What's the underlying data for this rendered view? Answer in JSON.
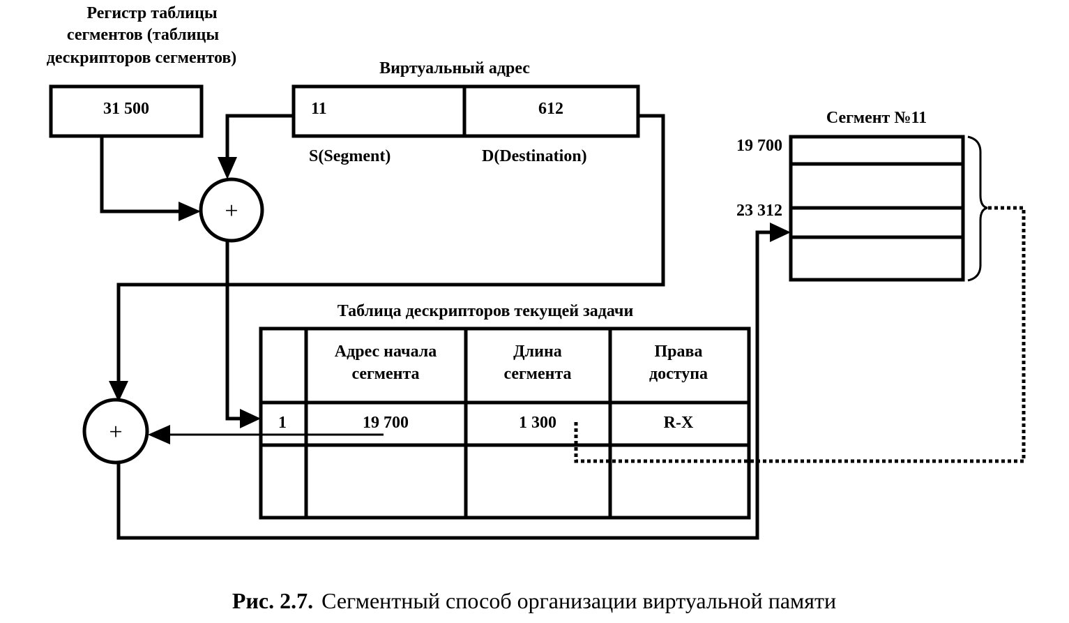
{
  "register": {
    "label_lines": [
      "Регистр таблицы",
      "сегментов (таблицы",
      "дескрипторов сегментов)"
    ],
    "value": "31 500"
  },
  "virtual_address": {
    "title": "Виртуальный адрес",
    "segment_value": "11",
    "offset_value": "612",
    "segment_label": "S(Segment)",
    "offset_label": "D(Destination)"
  },
  "adder_symbol": "+",
  "descriptor_table": {
    "title": "Таблица дескрипторов текущей задачи",
    "headers": [
      [
        "Адрес начала",
        "сегмента"
      ],
      [
        "Длина",
        "сегмента"
      ],
      [
        "Права",
        "доступа"
      ]
    ],
    "row": {
      "index": "1",
      "start_address": "19 700",
      "length": "1 300",
      "rights": "R-X"
    }
  },
  "segment": {
    "title": "Сегмент №11",
    "start_address": "19 700",
    "target_address": "23 312"
  },
  "caption": {
    "prefix": "Рис. 2.7.",
    "text": "Сегментный способ организации виртуальной памяти"
  }
}
